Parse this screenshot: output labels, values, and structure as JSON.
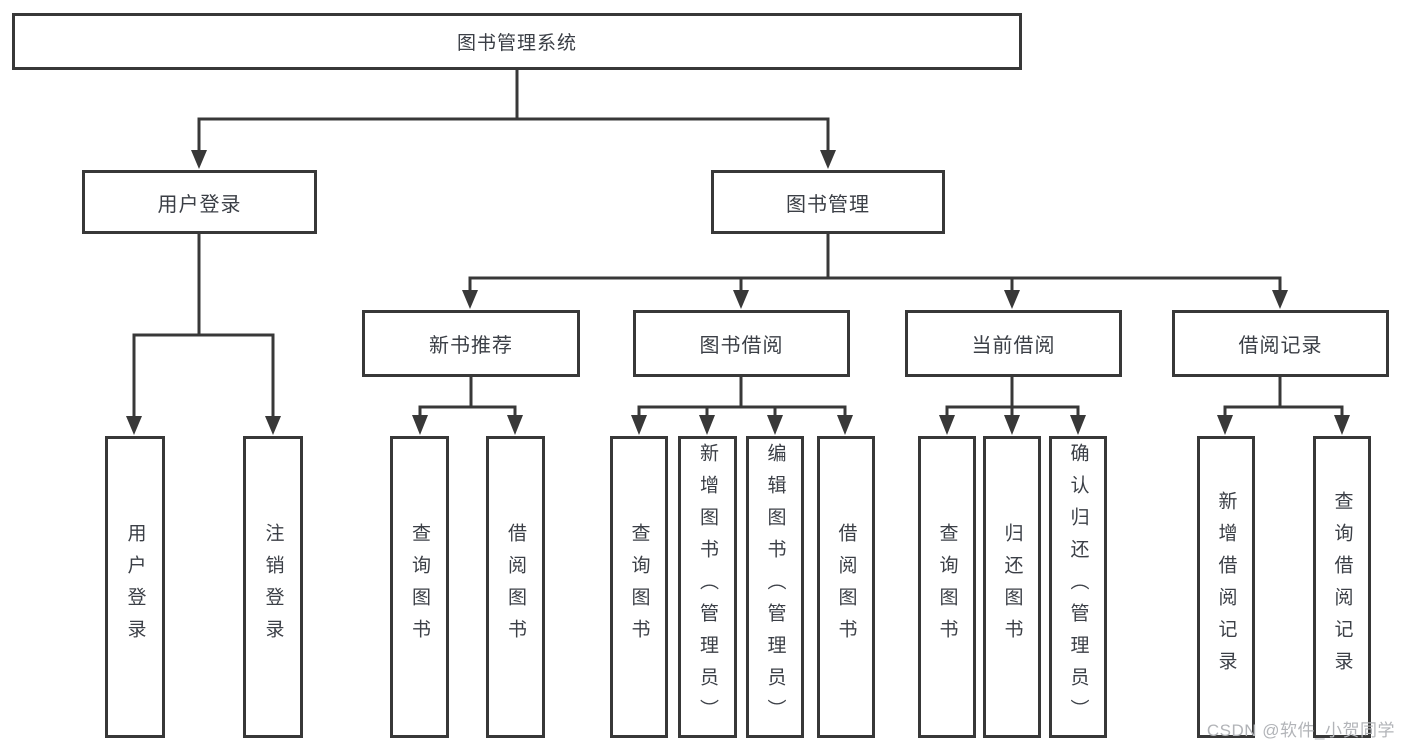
{
  "diagram": {
    "root": {
      "label": "图书管理系统"
    },
    "branches": [
      {
        "label": "用户登录",
        "children": [
          {
            "label": "用户登录"
          },
          {
            "label": "注销登录"
          }
        ]
      },
      {
        "label": "图书管理",
        "children": [
          {
            "label": "新书推荐",
            "children": [
              {
                "label": "查询图书"
              },
              {
                "label": "借阅图书"
              }
            ]
          },
          {
            "label": "图书借阅",
            "children": [
              {
                "label": "查询图书"
              },
              {
                "label": "新增图书（管理员）"
              },
              {
                "label": "编辑图书（管理员）"
              },
              {
                "label": "借阅图书"
              }
            ]
          },
          {
            "label": "当前借阅",
            "children": [
              {
                "label": "查询图书"
              },
              {
                "label": "归还图书"
              },
              {
                "label": "确认归还（管理员）"
              }
            ]
          },
          {
            "label": "借阅记录",
            "children": [
              {
                "label": "新增借阅记录"
              },
              {
                "label": "查询借阅记录"
              }
            ]
          }
        ]
      }
    ]
  },
  "watermark": {
    "text": "CSDN @软件_小贺同学"
  },
  "colors": {
    "line_color": "#383838",
    "text_color": "#3b3f46",
    "watermark_color": "#b2b4b8",
    "box_bg": "#ffffff"
  }
}
